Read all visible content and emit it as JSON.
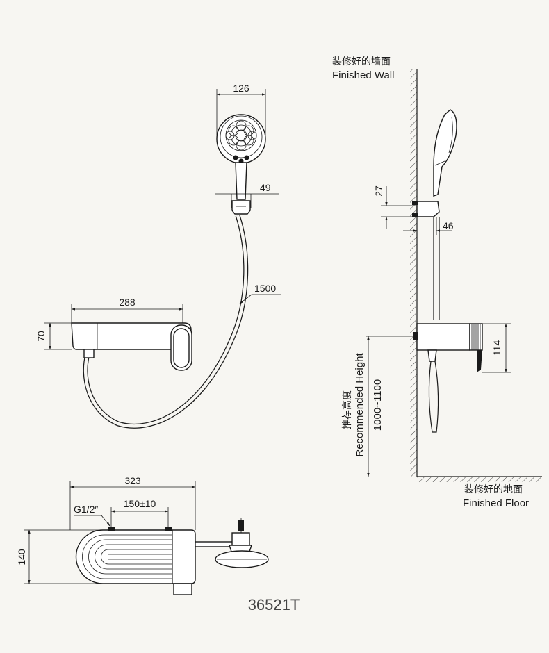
{
  "dimensions": {
    "head_width": "126",
    "holder_width": "49",
    "hose_length": "1500",
    "spout_length": "288",
    "body_height": "70",
    "total_length": "323",
    "inlet_spacing": "150±10",
    "inlet_thread": "G1/2″",
    "body_depth": "140",
    "bracket_height": "27",
    "bracket_offset": "46",
    "mixer_height": "114"
  },
  "labels": {
    "wall_cn": "装修好的墙面",
    "wall_en": "Finished Wall",
    "floor_cn": "装修好的地面",
    "floor_en": "Finished Floor",
    "height_cn": "推荐高度",
    "height_en": "Recommended Height",
    "height_range": "1000~1100"
  },
  "model_number": "36521T",
  "colors": {
    "line": "#1a1a1a",
    "background": "#f7f6f2"
  }
}
